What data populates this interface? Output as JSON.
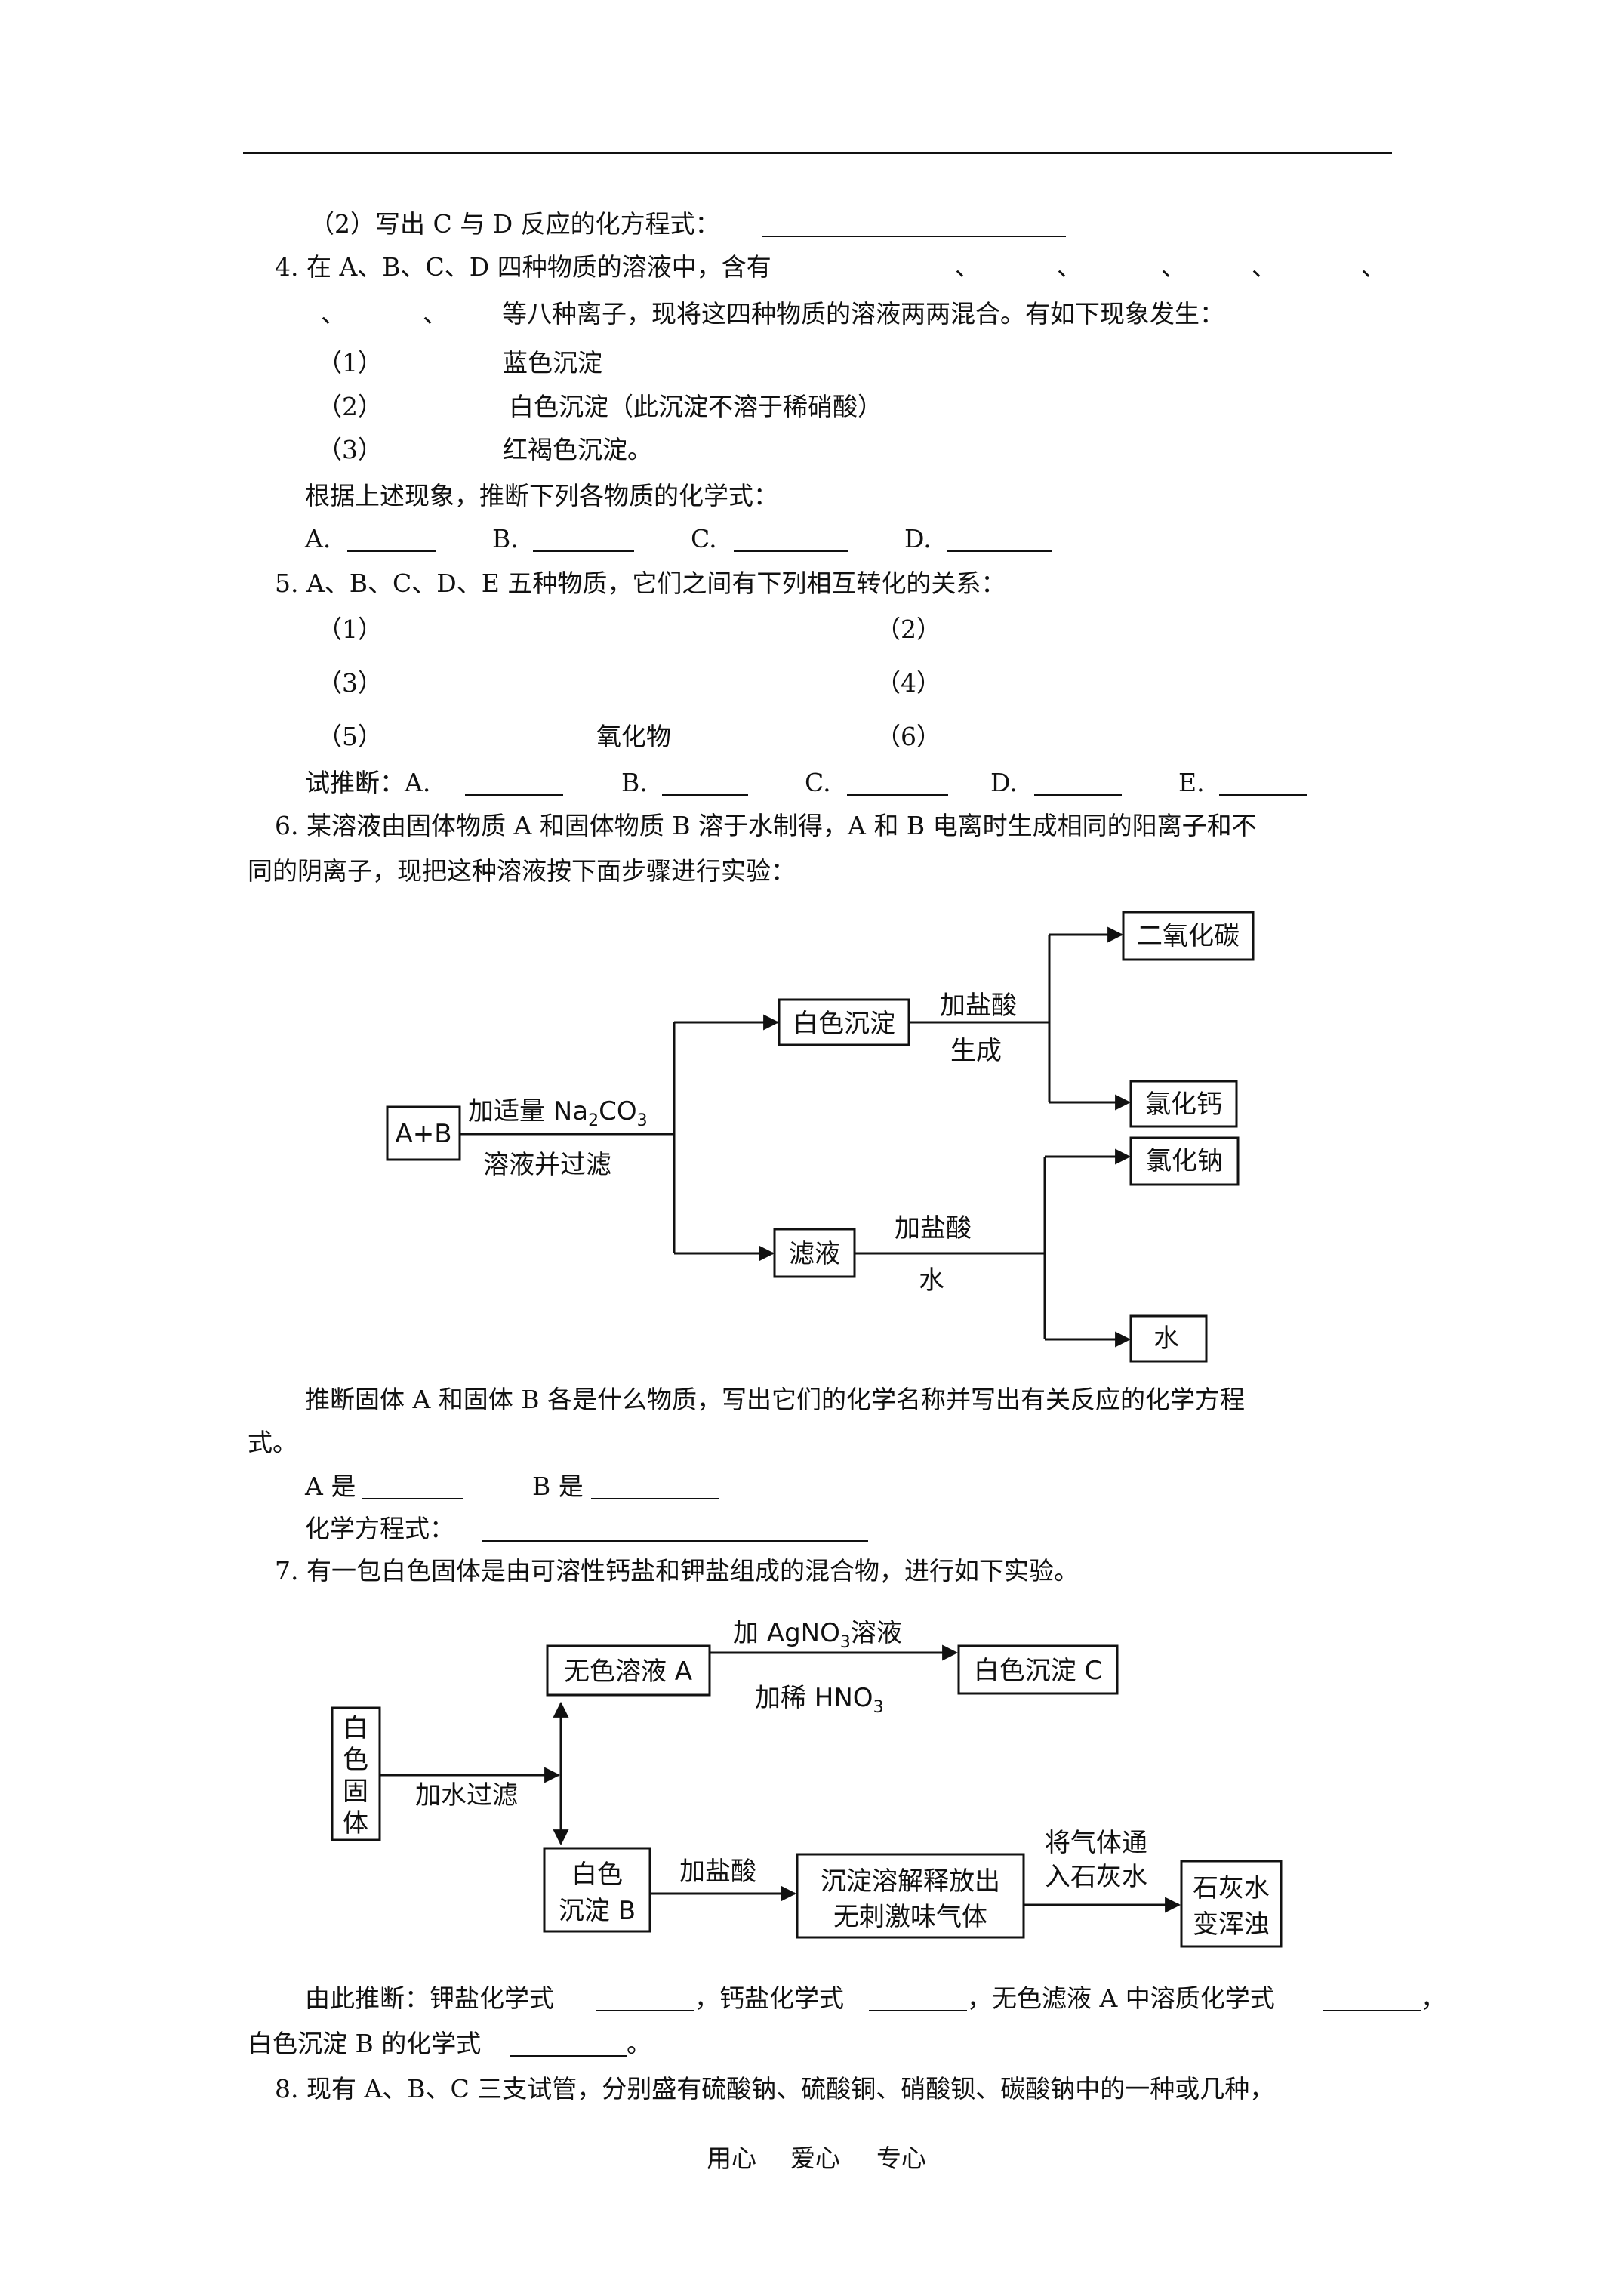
{
  "q3": {
    "sub2": "（2）写出 C 与 D 反应的化方程式："
  },
  "q4": {
    "intro": "4. 在 A、B、C、D 四种物质的溶液中，含有",
    "seps": [
      "、",
      "、",
      "、",
      "、",
      "、",
      "、",
      "、"
    ],
    "line2_tail": "等八种离子，现将这四种物质的溶液两两混合。有如下现象发生：",
    "obs": [
      {
        "num": "（1）",
        "text": "蓝色沉淀"
      },
      {
        "num": "（2）",
        "text": "白色沉淀（此沉淀不溶于稀硝酸）"
      },
      {
        "num": "（3）",
        "text": "红褐色沉淀。"
      }
    ],
    "prompt": "根据上述现象，推断下列各物质的化学式：",
    "answers": [
      "A.",
      "B.",
      "C.",
      "D."
    ]
  },
  "q5": {
    "intro": "5. A、B、C、D、E 五种物质，它们之间有下列相互转化的关系：",
    "rels": [
      "（1）",
      "（2）",
      "（3）",
      "（4）",
      "（5）",
      "（6）"
    ],
    "oxide": "氧化物",
    "try": "试推断：A.",
    "answers": [
      "B.",
      "C.",
      "D.",
      "E."
    ]
  },
  "q6": {
    "line1": "6. 某溶液由固体物质 A 和固体物质 B 溶于水制得，A 和 B 电离时生成相同的阳离子和不",
    "line2": "同的阴离子，现把这种溶液按下面步骤进行实验：",
    "diagram": {
      "start": "A+B",
      "reagent_top": "加适量 Na",
      "reagent_sub": "2",
      "reagent_mid": "CO",
      "reagent_sub2": "3",
      "reagent_bottom": "溶液并过滤",
      "ppt": "白色沉淀",
      "filtrate": "滤液",
      "acid_top": "加盐酸",
      "acid_top_under": "生成",
      "acid_bottom": "加盐酸",
      "acid_bottom_under": "水",
      "out_co2": "二氧化碳",
      "out_cacl2": "氯化钙",
      "out_nacl": "氯化钠",
      "out_water": "水"
    },
    "ask1": "推断固体 A 和固体 B 各是什么物质，写出它们的化学名称并写出有关反应的化学方程",
    "ask2": "式。",
    "a_label": "A 是",
    "b_label": "B 是",
    "eq_label": "化学方程式："
  },
  "q7": {
    "intro": "7. 有一包白色固体是由可溶性钙盐和钾盐组成的混合物，进行如下实验。",
    "diagram": {
      "start": [
        "白",
        "色",
        "固",
        "体"
      ],
      "filter": "加水过滤",
      "solA": "无色溶液 A",
      "agno3_pre": "加 AgNO",
      "agno3_sub": "3",
      "agno3_post": "溶液",
      "hno3_pre": "加稀 HNO",
      "hno3_sub": "3",
      "pptC": "白色沉淀 C",
      "pptB": [
        "白色",
        "沉淀 B"
      ],
      "acid": "加盐酸",
      "dissolve": [
        "沉淀溶解释放出",
        "无刺激味气体"
      ],
      "gas": [
        "将气体通",
        "入石灰水"
      ],
      "lime": [
        "石灰水",
        "变浑浊"
      ]
    },
    "c1": "由此推断：钾盐化学式",
    "c2": "，钙盐化学式",
    "c3": "，无色滤液 A 中溶质化学式",
    "c4": "，",
    "c5": "白色沉淀 B 的化学式",
    "c6": "。"
  },
  "q8": {
    "text": "8. 现有 A、B、C 三支试管，分别盛有硫酸钠、硫酸铜、硝酸钡、碳酸钠中的一种或几种，"
  },
  "footer": [
    "用心",
    "爱心",
    "专心"
  ]
}
